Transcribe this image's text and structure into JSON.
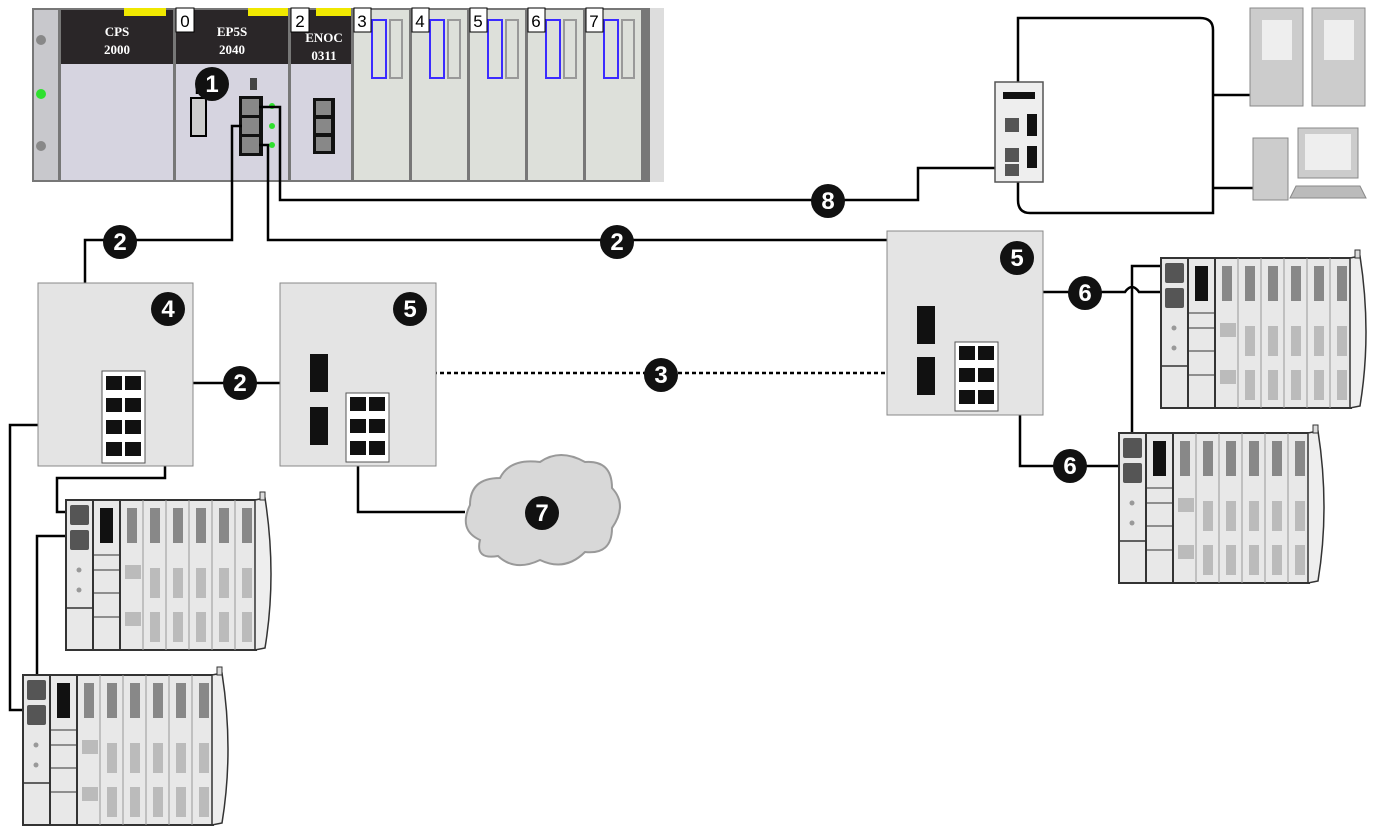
{
  "rack": {
    "modules": [
      {
        "slot": "",
        "line1": "CPS",
        "line2": "2000"
      },
      {
        "slot": "0",
        "line1": "EP5S",
        "line2": "2040"
      },
      {
        "slot": "2",
        "line1": "ENOC",
        "line2": "0311"
      }
    ],
    "io_slots": [
      "3",
      "4",
      "5",
      "6",
      "7"
    ]
  },
  "callouts": {
    "c1": "1",
    "c2a": "2",
    "c2b": "2",
    "c2c": "2",
    "c3": "3",
    "c4": "4",
    "c5a": "5",
    "c5b": "5",
    "c6a": "6",
    "c6b": "6",
    "c7": "7",
    "c8": "8"
  },
  "colors": {
    "accent_yellow": "#f0e800",
    "module_dark": "#2a2628",
    "switch_fill": "#e4e4e4",
    "io_blue": "#3b2bff"
  }
}
